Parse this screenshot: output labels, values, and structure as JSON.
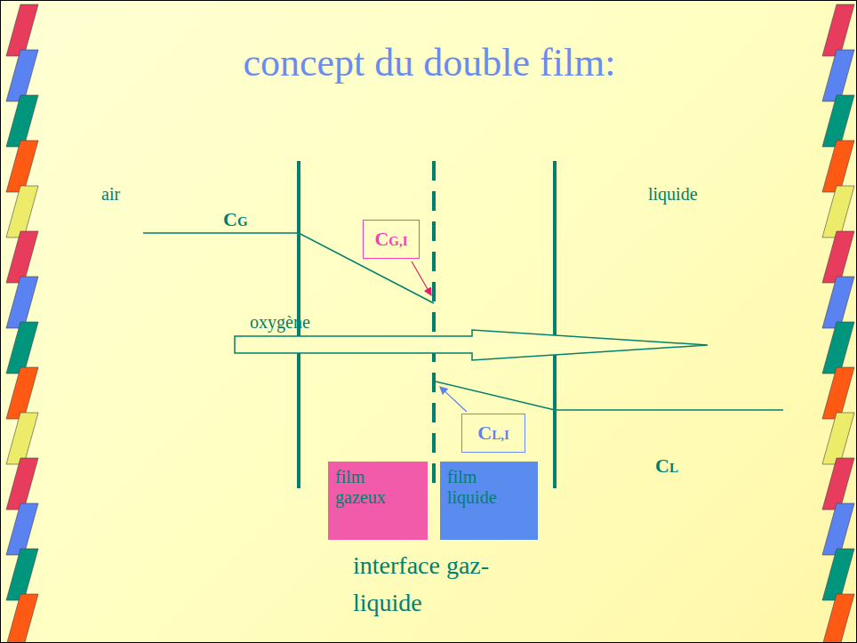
{
  "diagram": {
    "title": "concept du double film:",
    "nodes": [
      {
        "text": [
          "CG,I"
        ]
      },
      {
        "text": [
          "CL,I"
        ]
      },
      {
        "text": [
          "film gazeux"
        ]
      },
      {
        "text": [
          "film liquide"
        ]
      }
    ],
    "labels": [
      "air",
      "liquide",
      "CG",
      "oxygène",
      "CL",
      "interface gaz-liquide"
    ]
  }
}
